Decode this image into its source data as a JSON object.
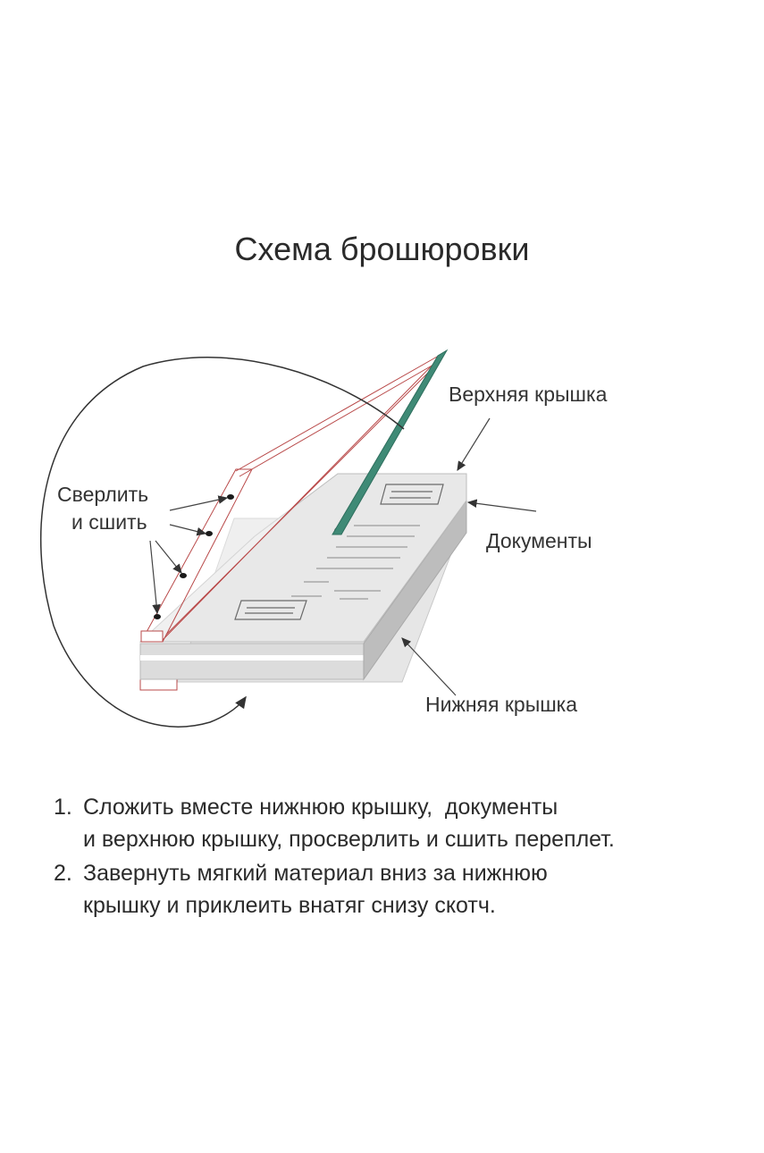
{
  "title": "Схема брошюровки",
  "labels": {
    "top_cover": "Верхняя крышка",
    "drill": [
      "Сверлить",
      "и сшить"
    ],
    "documents": "Документы",
    "bottom_cover": "Нижняя крышка"
  },
  "steps": [
    {
      "num": "1.",
      "lines": [
        "Сложить вместе нижнюю крышку,  документы",
        "и верхнюю крышку, просверлить и сшить переплет."
      ]
    },
    {
      "num": "2.",
      "lines": [
        "Завернуть мягкий материал вниз за нижнюю",
        "крышку и приклеить внатяг снизу скотч."
      ]
    }
  ],
  "colors": {
    "cover_green": "#3f8a76",
    "thread_red": "#b94a4a"
  }
}
